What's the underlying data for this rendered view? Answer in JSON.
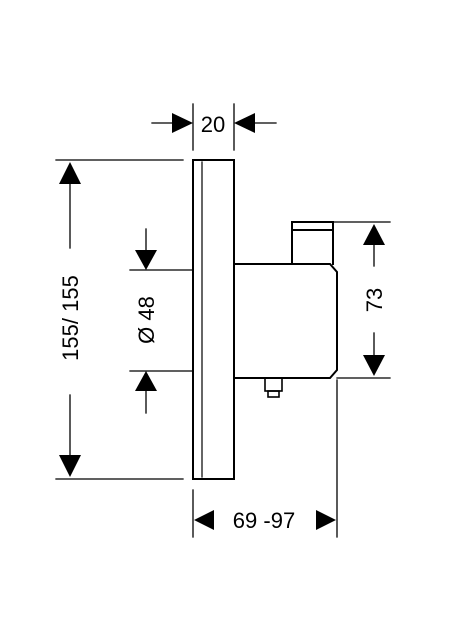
{
  "dimensions": {
    "depth_cover": "20",
    "height": "155/ 155",
    "diameter": "Ø 48",
    "body_height": "73",
    "projection": "69 -97"
  }
}
